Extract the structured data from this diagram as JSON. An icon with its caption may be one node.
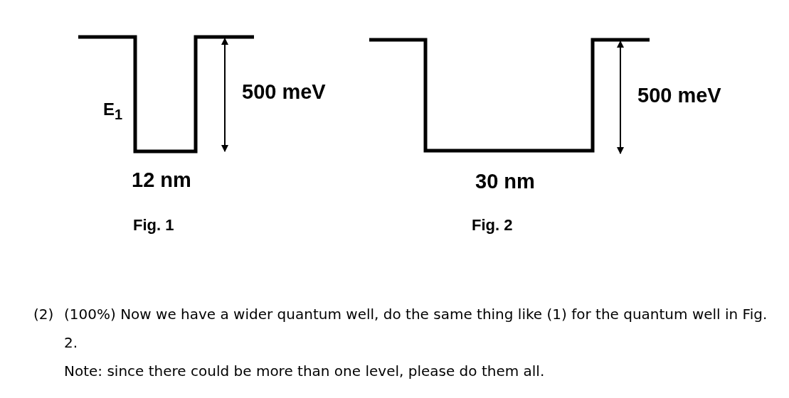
{
  "diagram": {
    "labels": [
      "E$_{1}$",
      "500 meV",
      "12 nm",
      "Fig. 1",
      "500 meV",
      "30 nm",
      "Fig. 2",
      "(2)",
      "(100%) Now we have a wider quantum well, do the same thing like (1) for the quantum well in Fig. 2.",
      "Note: since there could be more than one level, please do them all."
    ]
  }
}
